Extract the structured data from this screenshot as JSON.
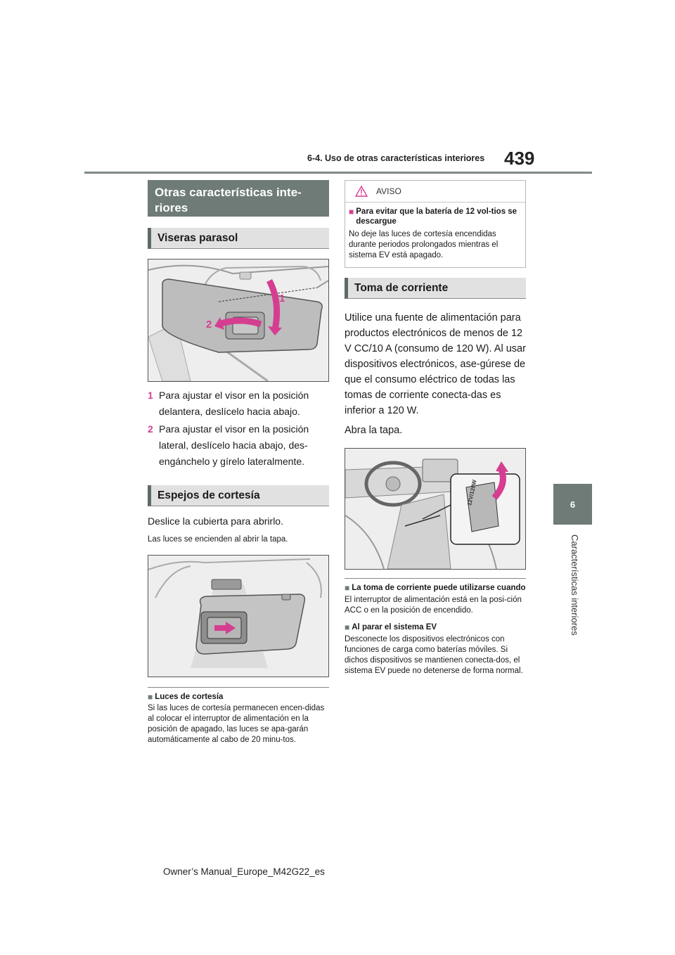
{
  "header": {
    "section_title": "6-4. Uso de otras características interiores",
    "page_number": "439"
  },
  "side_tab": {
    "number": "6",
    "label": "Características interiores"
  },
  "left": {
    "section_title": "Otras características inte-riores",
    "visors": {
      "title": "Viseras parasol",
      "steps": [
        {
          "num": "1",
          "text": "Para ajustar el visor en la posición delantera, deslícelo hacia abajo."
        },
        {
          "num": "2",
          "text": "Para ajustar el visor en la posición lateral, deslícelo hacia abajo, des-engánchelo y gírelo lateralmente."
        }
      ],
      "figure_labels": [
        "1",
        "2"
      ]
    },
    "mirrors": {
      "title": "Espejos de cortesía",
      "intro": "Deslice la cubierta para abrirlo.",
      "note": "Las luces se encienden al abrir la tapa.",
      "sub_note_title": "Luces de cortesía",
      "sub_note_text": "Si las luces de cortesía permanecen encen-didas al colocar el interruptor de alimentación en la posición de apagado, las luces se apa-garán automáticamente al cabo de 20 minu-tos."
    }
  },
  "right": {
    "warning": {
      "label": "AVISO",
      "title": "Para evitar que la batería de 12 vol-tios se descargue",
      "text": "No deje las luces de cortesía encendidas durante periodos prolongados mientras el sistema EV está apagado."
    },
    "power": {
      "title": "Toma de corriente",
      "intro": "Utilice una fuente de alimentación para productos electrónicos de menos de 12 V CC/10 A (consumo de 120 W). Al usar dispositivos electrónicos, ase-gúrese de que el consumo eléctrico de todas las tomas de corriente conecta-das es inferior a 120 W.",
      "open": "Abra la tapa.",
      "figure_label": "12V/120W",
      "note1_title": "La toma de corriente puede utilizarse cuando",
      "note1_text": "El interruptor de alimentación está en la posi-ción ACC o en la posición de encendido.",
      "note2_title": "Al parar el sistema EV",
      "note2_text": "Desconecte los dispositivos electrónicos con funciones de carga como baterías móviles. Si dichos dispositivos se mantienen conecta-dos, el sistema EV puede no detenerse de forma normal."
    }
  },
  "footer": {
    "text": "Owner’s Manual_Europe_M42G22_es"
  },
  "colors": {
    "accent": "#d53e90",
    "section": "#6e7b76",
    "subhead": "#e1e1e1"
  }
}
